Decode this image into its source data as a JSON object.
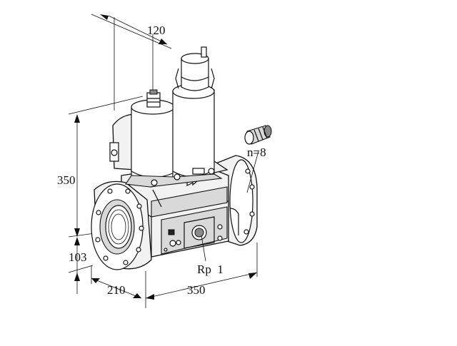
{
  "dimensions": {
    "top_width": "120",
    "height": "350",
    "base_height": "103",
    "depth": "210",
    "length": "350"
  },
  "labels": {
    "port": "Rp  1",
    "count": "n=8"
  },
  "colors": {
    "line": "#111111",
    "body_fill": "#f2f2f2",
    "shade": "#d9d9d9"
  }
}
